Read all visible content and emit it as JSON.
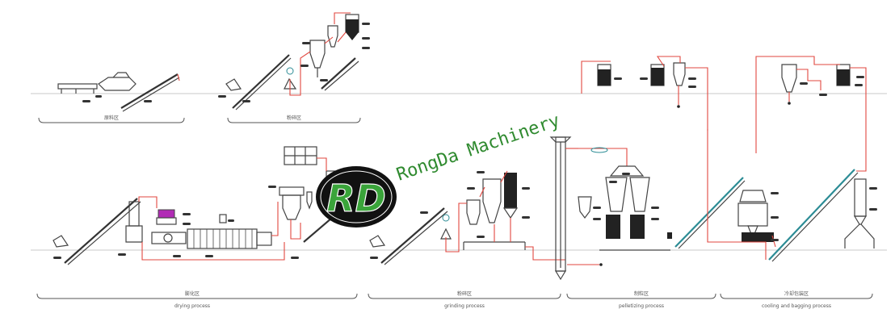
{
  "watermark": {
    "brand_text": "RongDa Machinery",
    "logo_letters": "RD",
    "colors": {
      "green": "#2f8a2f",
      "logo_black": "#111111"
    }
  },
  "stages": [
    {
      "cn": "原料区",
      "en": ""
    },
    {
      "cn": "粉碎区",
      "en": ""
    },
    {
      "cn": "膨化区",
      "en": "drying process"
    },
    {
      "cn": "粉碎区",
      "en": "grinding process"
    },
    {
      "cn": "制粒区",
      "en": "pelletizing process"
    },
    {
      "cn": "冷却包装区",
      "en": "cooling and bagging process"
    }
  ],
  "colors": {
    "pipe_line": "#e2473f",
    "machine_line": "#444444",
    "teal_conveyor": "#2c8c95",
    "ground_line": "#c8c8c8",
    "highlight_magenta": "#b12bb5"
  }
}
